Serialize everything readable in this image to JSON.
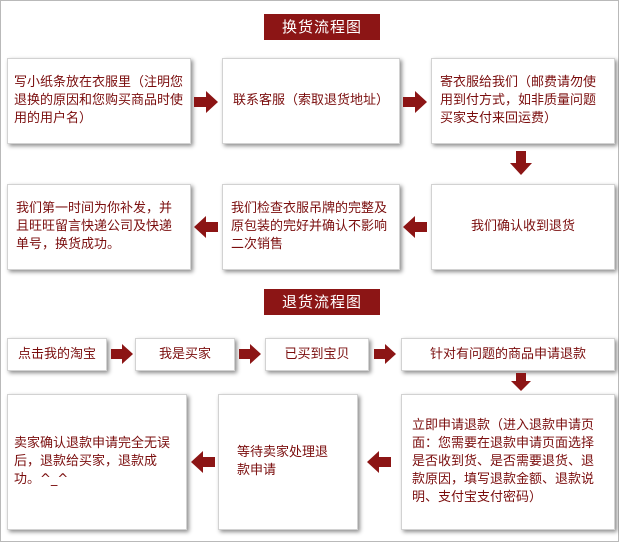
{
  "colors": {
    "accent": "#8c1515",
    "text": "#7a0d0d",
    "border": "#d2d2d2"
  },
  "exchange": {
    "title": "换货流程图",
    "steps": [
      "写小纸条放在衣服里（注明您退换的原因和您购买商品时使用的用户名）",
      "联系客服（索取退货地址）",
      "寄衣服给我们（邮费请勿使用到付方式，如非质量问题买家支付来回运费）",
      "我们确认收到退货",
      "我们检查衣服吊牌的完整及原包装的完好并确认不影响二次销售",
      "我们第一时间为你补发，并且旺旺留言快递公司及快递单号，换货成功。"
    ]
  },
  "refund": {
    "title": "退货流程图",
    "steps": [
      "点击我的淘宝",
      "我是买家",
      "已买到宝贝",
      "针对有问题的商品申请退款",
      "立即申请退款（进入退款申请页面：您需要在退款申请页面选择是否收到货、是否需要退货、退款原因，填写退款金额、退款说明、支付宝支付密码）",
      "等待卖家处理退款申请",
      "卖家确认退款申请完全无误后，退款给买家，退款成功。^_^"
    ]
  }
}
